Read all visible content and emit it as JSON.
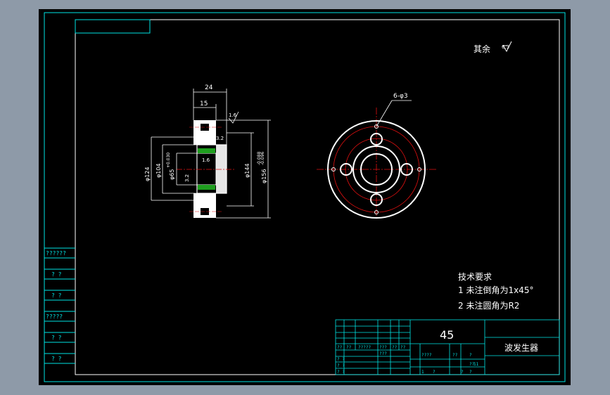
{
  "drawing": {
    "roughness_note": "其余",
    "roughness_value": "6.3",
    "hole_callout": "6-φ3",
    "dim_24": "24",
    "dim_15": "15",
    "dim_16": "1.6",
    "dim_32": "3.2",
    "dim_124": "φ124",
    "dim_104": "φ104",
    "dim_65": "φ65",
    "dim_65_tol": "+0.030",
    "dim_144": "φ144",
    "dim_156": "φ156",
    "dim_156_tol": "-0.088",
    "dim_156_tol2": "-0.096",
    "inner_rough_a": "1.6",
    "inner_rough_b": "3.2",
    "tech_title": "技术要求",
    "tech_1": "1 未注倒角为1x45°",
    "tech_2": "2 未注圆角为R2"
  },
  "left_panel": {
    "cells": [
      "??????",
      "? ?",
      "? ?",
      "?????",
      "? ?",
      "? ?"
    ]
  },
  "title_block": {
    "material": "45",
    "part_name": "波发生器",
    "small_labels": [
      "??",
      "??",
      "?????",
      "???",
      "??",
      "??",
      "???",
      "????",
      "??",
      "?",
      "??",
      "11",
      "1",
      "?",
      "?",
      "?"
    ]
  },
  "colors": {
    "frame": "#00e5e5",
    "line": "#ffffff",
    "center": "#e01010",
    "hatch": "#00c000"
  }
}
